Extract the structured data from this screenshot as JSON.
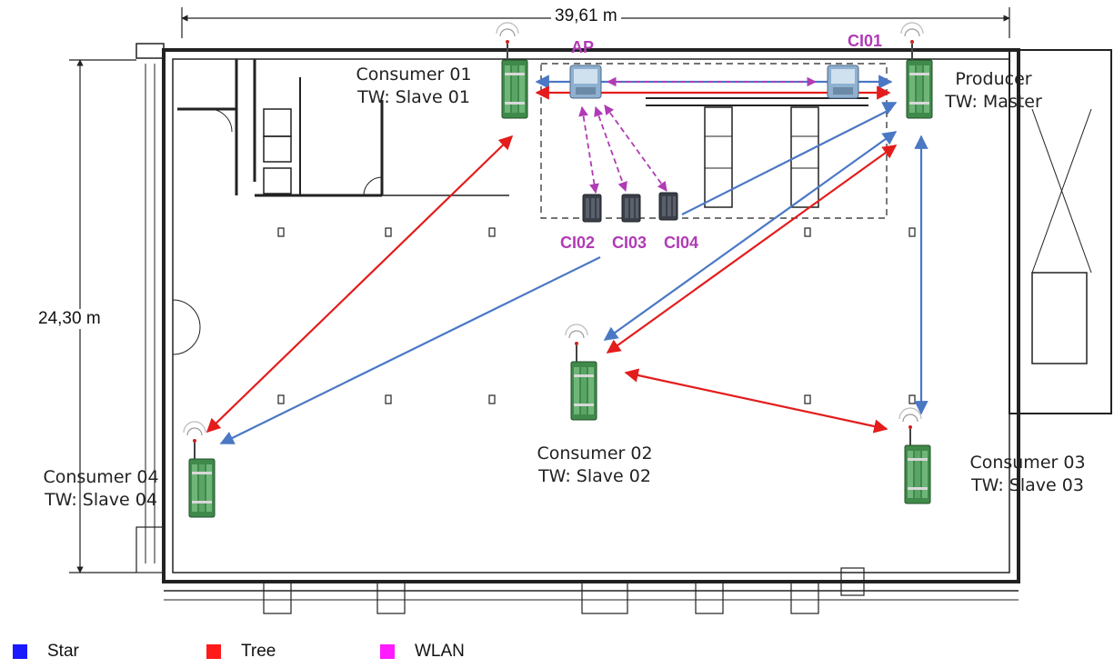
{
  "dimensions": {
    "width": "39,61 m",
    "height": "24,30 m"
  },
  "nodes": {
    "producer": {
      "line1": "Producer",
      "line2": "TW: Master"
    },
    "consumer01": {
      "line1": "Consumer 01",
      "line2": "TW: Slave 01"
    },
    "consumer02": {
      "line1": "Consumer 02",
      "line2": "TW: Slave 02"
    },
    "consumer03": {
      "line1": "Consumer 03",
      "line2": "TW: Slave 03"
    },
    "consumer04": {
      "line1": "Consumer 04",
      "line2": "TW: Slave 04"
    }
  },
  "wlan": {
    "ap": "AP",
    "ci01": "CI01",
    "ci02": "CI02",
    "ci03": "CI03",
    "ci04": "CI04"
  },
  "legend": [
    {
      "label": "Star",
      "color": "#1a1aff"
    },
    {
      "label": "Tree",
      "color": "#ff1a1a"
    },
    {
      "label": "WLAN",
      "color": "#ff1aff"
    }
  ],
  "colors": {
    "star": "#4a78c4",
    "tree": "#e41c1c",
    "wlan": "#b13bb5",
    "wall": "#222222"
  }
}
